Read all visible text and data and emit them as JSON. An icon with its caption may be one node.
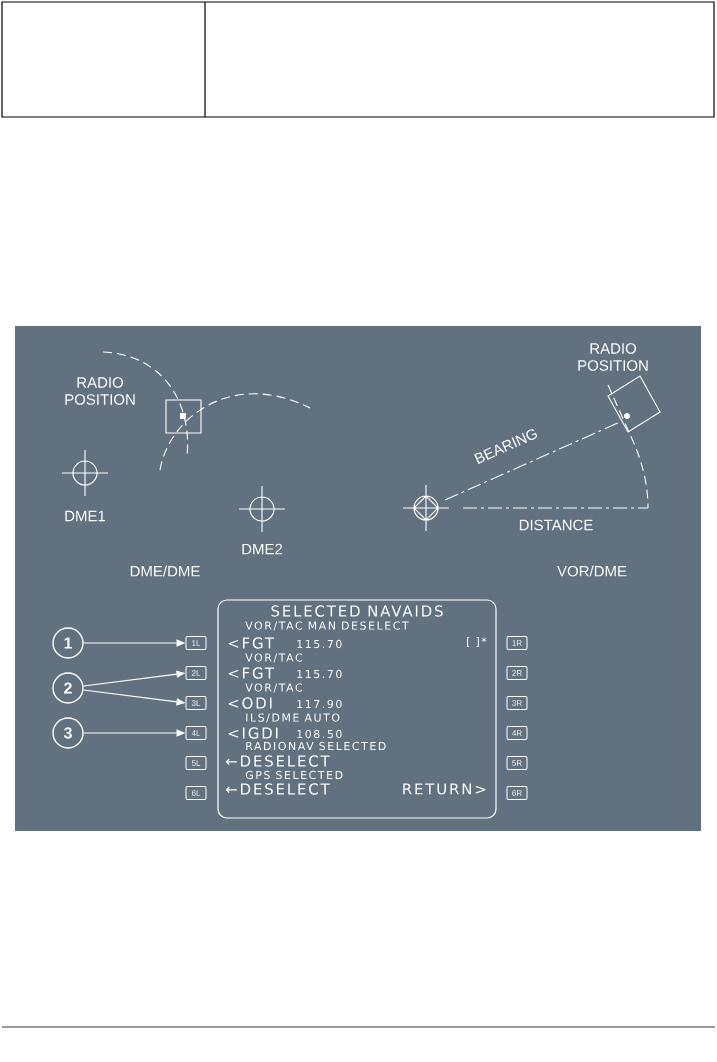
{
  "diagram": {
    "nodes": [
      {
        "text": [
          "1"
        ]
      },
      {
        "text": [
          "2"
        ]
      },
      {
        "text": [
          "3"
        ]
      },
      {
        "text": [
          "1L"
        ]
      },
      {
        "text": [
          "2L"
        ]
      },
      {
        "text": [
          "3L"
        ]
      },
      {
        "text": [
          "4L"
        ]
      },
      {
        "text": [
          "5L"
        ]
      },
      {
        "text": [
          "6L"
        ]
      },
      {
        "text": [
          "SELECTED NAVAIDS",
          "VOR/TAC MAN DESELECT",
          "<FGT",
          "115.70",
          "[ ]*",
          "VOR/TAC",
          "<FGT",
          "115.70",
          "VOR/TAC",
          "<ODI",
          "117.90",
          "ILS/DME AUTO",
          "<IGDI",
          "108.50",
          "RADIONAV SELECTED",
          "←DESELECT",
          "GPS SELECTED",
          "←DESELECT",
          "RETURN>"
        ]
      },
      {
        "text": [
          "1R"
        ]
      },
      {
        "text": [
          "2R"
        ]
      },
      {
        "text": [
          "3R"
        ]
      },
      {
        "text": [
          "4R"
        ]
      },
      {
        "text": [
          "5R"
        ]
      },
      {
        "text": [
          "6R"
        ]
      }
    ],
    "edges": [
      {
        "from": 0,
        "to": 3,
        "arrow": "to"
      },
      {
        "from": 1,
        "to": 4,
        "arrow": "to"
      },
      {
        "from": 1,
        "to": 5,
        "arrow": "to"
      },
      {
        "from": 2,
        "to": 6,
        "arrow": "to"
      }
    ],
    "labels": [
      "RADIO POSITION",
      "RADIO POSITION",
      "BEARING",
      "DME1",
      "DME2",
      "DISTANCE",
      "DME/DME",
      "VOR/DME"
    ]
  }
}
